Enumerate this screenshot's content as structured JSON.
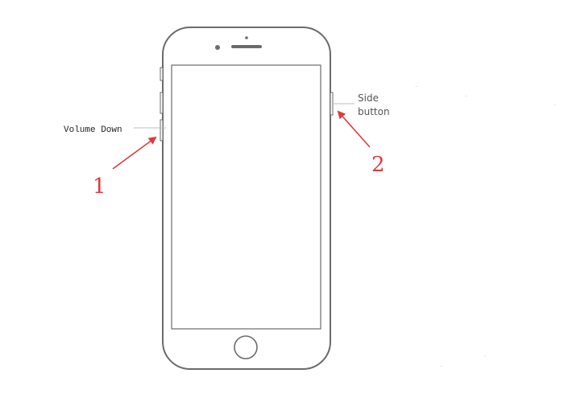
{
  "labels": {
    "volume_down": "Volume Down",
    "side_button_line1": "Side",
    "side_button_line2": "button"
  },
  "markers": {
    "volume_down_number": "1",
    "side_button_number": "2"
  },
  "colors": {
    "phone_outline": "#6b6b6b",
    "annotation_arrow": "#e03a3a",
    "leader_line": "#bdbdbd",
    "background": "#ffffff"
  }
}
